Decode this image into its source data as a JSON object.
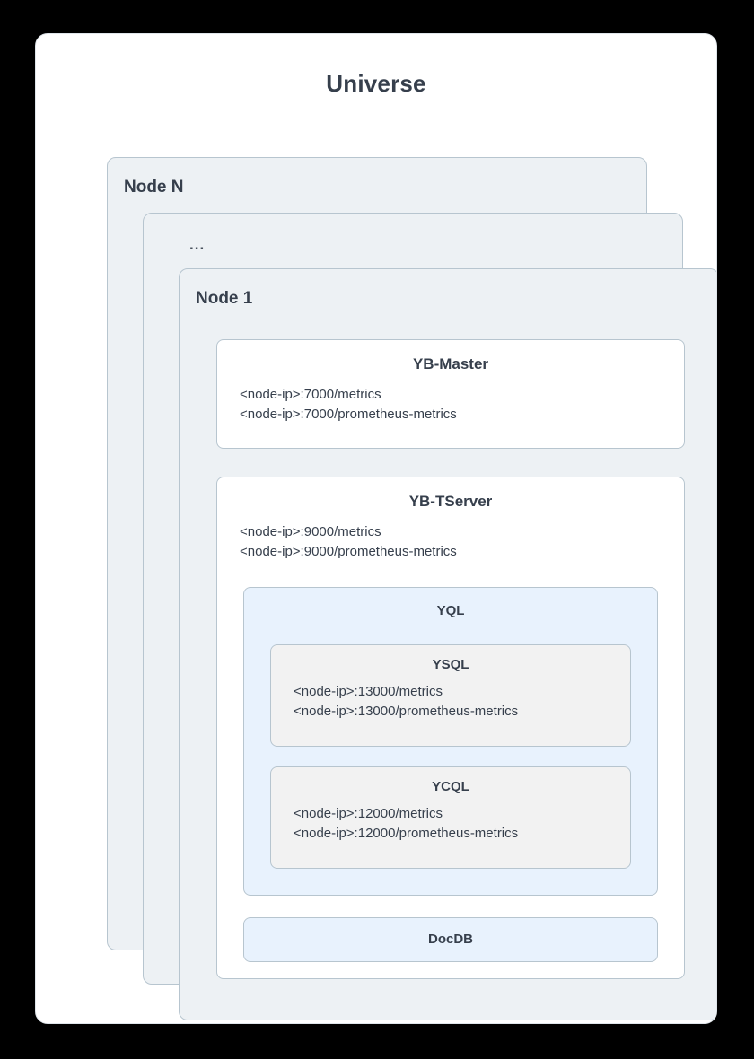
{
  "diagram": {
    "title": "Universe",
    "nodes": [
      {
        "label": "Node N"
      },
      {
        "label": "..."
      },
      {
        "label": "Node 1"
      }
    ],
    "services": {
      "yb_master": {
        "title": "YB-Master",
        "endpoints": [
          "<node-ip>:7000/metrics",
          "<node-ip>:7000/prometheus-metrics"
        ]
      },
      "yb_tserver": {
        "title": "YB-TServer",
        "endpoints": [
          "<node-ip>:9000/metrics",
          "<node-ip>:9000/prometheus-metrics"
        ]
      },
      "yql": {
        "title": "YQL"
      },
      "ysql": {
        "title": "YSQL",
        "endpoints": [
          "<node-ip>:13000/metrics",
          "<node-ip>:13000/prometheus-metrics"
        ]
      },
      "ycql": {
        "title": "YCQL",
        "endpoints": [
          "<node-ip>:12000/metrics",
          "<node-ip>:12000/prometheus-metrics"
        ]
      },
      "docdb": {
        "title": "DocDB"
      }
    },
    "colors": {
      "text": "#363f4c",
      "node_card_bg": "#edf1f4",
      "border": "#b7c5cf",
      "blue_box_bg": "#e8f2fd",
      "grey_box_bg": "#f2f2f2",
      "canvas_bg": "#ffffff",
      "page_bg": "#000000"
    }
  }
}
